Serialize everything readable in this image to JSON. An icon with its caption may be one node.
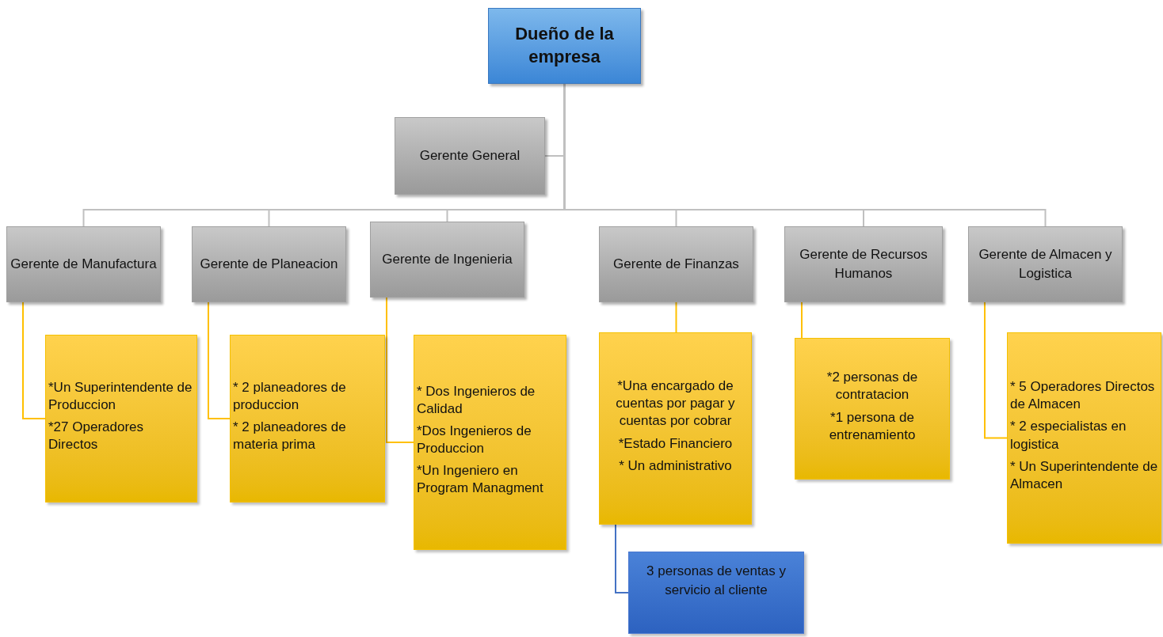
{
  "diagram": {
    "nodes": [
      {
        "text": [
          "Dueño de la empresa"
        ]
      },
      {
        "text": [
          "Gerente General"
        ]
      },
      {
        "text": [
          "Gerente de Manufactura"
        ]
      },
      {
        "text": [
          "Gerente de Planeacion"
        ]
      },
      {
        "text": [
          "Gerente de Ingenieria"
        ]
      },
      {
        "text": [
          "Gerente de Finanzas"
        ]
      },
      {
        "text": [
          "Gerente de Recursos Humanos"
        ]
      },
      {
        "text": [
          "Gerente de Almacen y Logistica"
        ]
      },
      {
        "text": [
          "*Un Superintendente de Produccion",
          "*27 Operadores Directos"
        ]
      },
      {
        "text": [
          "* 2 planeadores de produccion",
          "* 2 planeadores de materia prima"
        ]
      },
      {
        "text": [
          "* Dos Ingenieros de Calidad",
          "*Dos Ingenieros de Produccion",
          "*Un Ingeniero en Program Managment"
        ]
      },
      {
        "text": [
          "*Una encargado de cuentas por pagar y cuentas por cobrar",
          "*Estado Financiero",
          "* Un administrativo"
        ]
      },
      {
        "text": [
          "*2 personas de contratacion",
          "*1 persona de entrenamiento"
        ]
      },
      {
        "text": [
          "* 5 Operadores Directos de Almacen",
          "* 2 especialistas en logistica",
          "* Un Superintendente de Almacen"
        ]
      },
      {
        "text": [
          "3 personas de ventas y servicio al cliente"
        ]
      }
    ],
    "edges": [
      {
        "from": 0,
        "to": 1,
        "arrow": "none"
      },
      {
        "from": 0,
        "to": 2,
        "arrow": "none"
      },
      {
        "from": 0,
        "to": 3,
        "arrow": "none"
      },
      {
        "from": 0,
        "to": 4,
        "arrow": "none"
      },
      {
        "from": 0,
        "to": 5,
        "arrow": "none"
      },
      {
        "from": 0,
        "to": 6,
        "arrow": "none"
      },
      {
        "from": 0,
        "to": 7,
        "arrow": "none"
      },
      {
        "from": 2,
        "to": 8,
        "arrow": "none",
        "color": "#ffc000"
      },
      {
        "from": 3,
        "to": 9,
        "arrow": "none",
        "color": "#ffc000"
      },
      {
        "from": 4,
        "to": 10,
        "arrow": "none",
        "color": "#ffc000"
      },
      {
        "from": 5,
        "to": 11,
        "arrow": "none",
        "color": "#ffc000"
      },
      {
        "from": 6,
        "to": 12,
        "arrow": "none",
        "color": "#ffc000"
      },
      {
        "from": 7,
        "to": 13,
        "arrow": "none",
        "color": "#ffc000"
      },
      {
        "from": 11,
        "to": 14,
        "arrow": "none",
        "color": "#4472c4"
      }
    ]
  }
}
